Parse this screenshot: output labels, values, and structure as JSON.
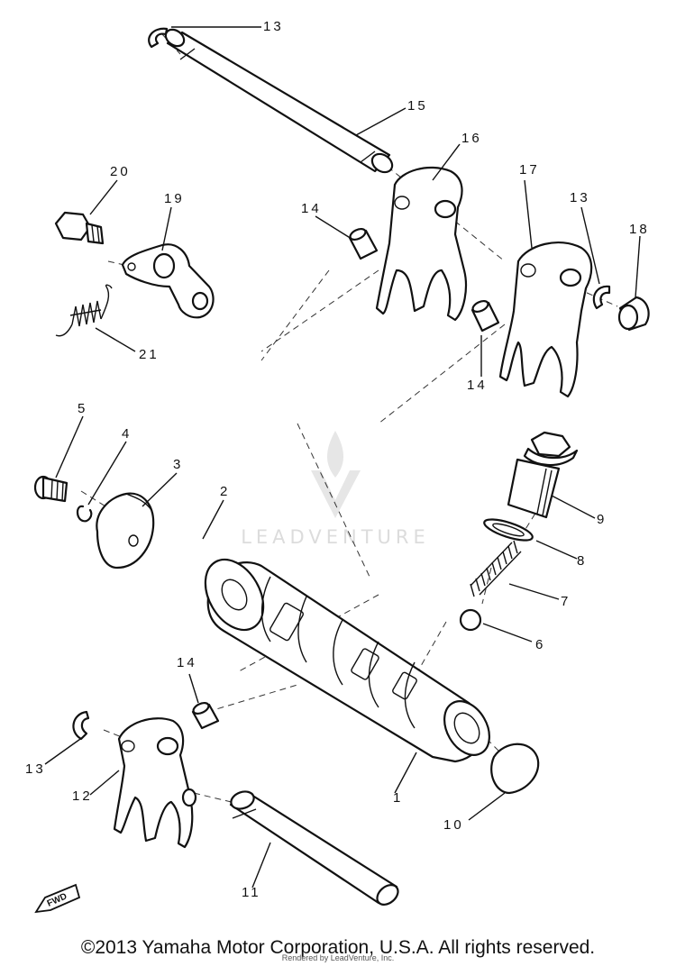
{
  "watermark": {
    "text": "LEADVENTURE"
  },
  "direction_badge": {
    "text": "FWD"
  },
  "callouts": {
    "c1": "1",
    "c2": "2",
    "c3": "3",
    "c4": "4",
    "c5": "5",
    "c6": "6",
    "c7": "7",
    "c8": "8",
    "c9": "9",
    "c10": "10",
    "c11": "11",
    "c12": "12",
    "c13a": "13",
    "c13b": "13",
    "c13c": "13",
    "c14a": "14",
    "c14b": "14",
    "c14c": "14",
    "c15": "15",
    "c16": "16",
    "c17": "17",
    "c18": "18",
    "c19": "19",
    "c20": "20",
    "c21": "21"
  },
  "footer": {
    "copyright": "©2013 Yamaha Motor Corporation, U.S.A. All rights reserved.",
    "rendered_by": "Rendered by LeadVenture, Inc."
  }
}
